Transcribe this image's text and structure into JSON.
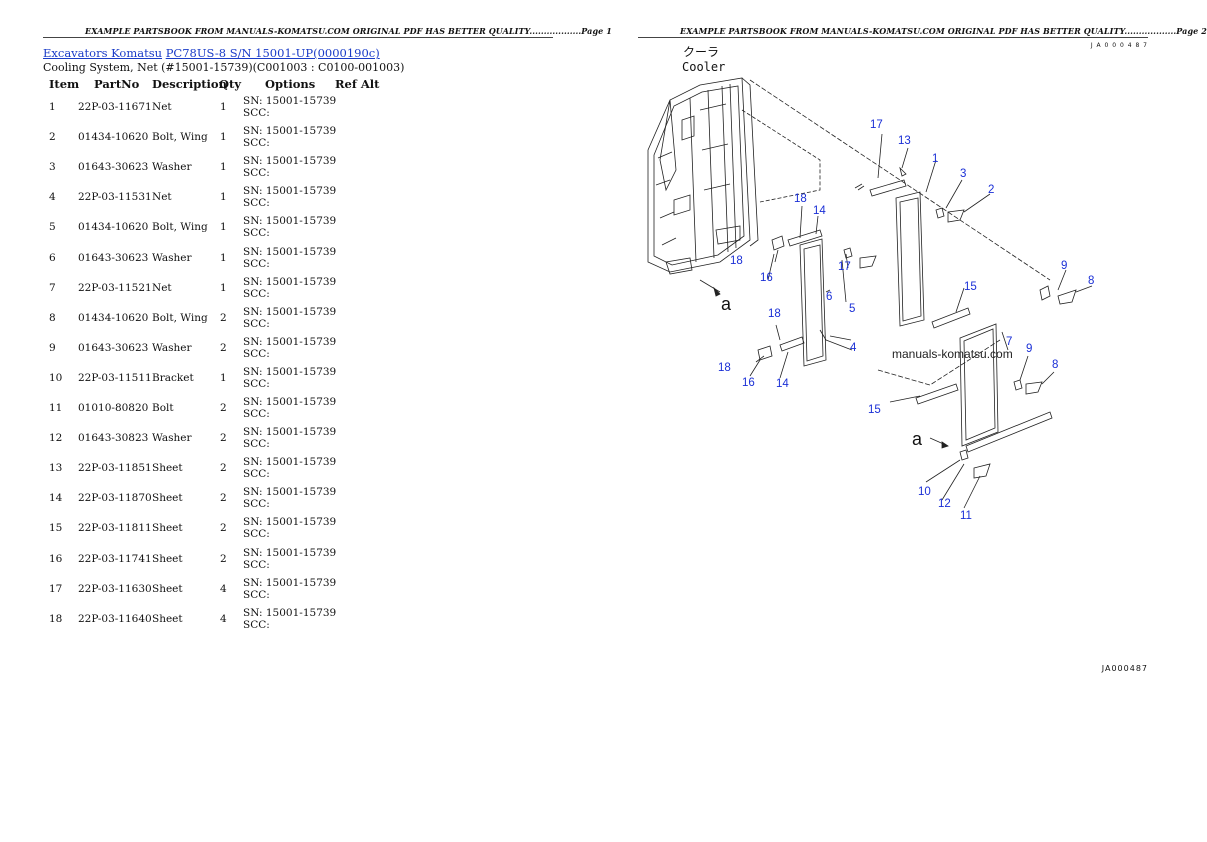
{
  "header": {
    "page1_text": "EXAMPLE PARTSBOOK FROM MANUALS-KOMATSU.COM ORIGINAL PDF HAS BETTER QUALITY..................Page 1",
    "page2_text": "EXAMPLE PARTSBOOK FROM MANUALS-KOMATSU.COM ORIGINAL PDF HAS BETTER QUALITY..................Page 2"
  },
  "breadcrumb": {
    "link1": "Excavators Komatsu",
    "link2": "PC78US-8 S/N 15001-UP(0000190c)"
  },
  "subtitle": "Cooling System, Net (#15001-15739)(C001003 : C0100-001003)",
  "table": {
    "headers": {
      "item": "Item",
      "partno": "PartNo",
      "description": "Description",
      "qty": "Qty",
      "options": "Options",
      "refalt": "Ref Alt"
    },
    "rows": [
      {
        "item": "1",
        "partno": "22P-03-11671",
        "description": "Net",
        "qty": "1",
        "sn": "SN: 15001-15739",
        "scc": "SCC:"
      },
      {
        "item": "2",
        "partno": "01434-10620",
        "description": "Bolt, Wing",
        "qty": "1",
        "sn": "SN: 15001-15739",
        "scc": "SCC:"
      },
      {
        "item": "3",
        "partno": "01643-30623",
        "description": "Washer",
        "qty": "1",
        "sn": "SN: 15001-15739",
        "scc": "SCC:"
      },
      {
        "item": "4",
        "partno": "22P-03-11531",
        "description": "Net",
        "qty": "1",
        "sn": "SN: 15001-15739",
        "scc": "SCC:"
      },
      {
        "item": "5",
        "partno": "01434-10620",
        "description": "Bolt, Wing",
        "qty": "1",
        "sn": "SN: 15001-15739",
        "scc": "SCC:"
      },
      {
        "item": "6",
        "partno": "01643-30623",
        "description": "Washer",
        "qty": "1",
        "sn": "SN: 15001-15739",
        "scc": "SCC:"
      },
      {
        "item": "7",
        "partno": "22P-03-11521",
        "description": "Net",
        "qty": "1",
        "sn": "SN: 15001-15739",
        "scc": "SCC:"
      },
      {
        "item": "8",
        "partno": "01434-10620",
        "description": "Bolt, Wing",
        "qty": "2",
        "sn": "SN: 15001-15739",
        "scc": "SCC:"
      },
      {
        "item": "9",
        "partno": "01643-30623",
        "description": "Washer",
        "qty": "2",
        "sn": "SN: 15001-15739",
        "scc": "SCC:"
      },
      {
        "item": "10",
        "partno": "22P-03-11511",
        "description": "Bracket",
        "qty": "1",
        "sn": "SN: 15001-15739",
        "scc": "SCC:"
      },
      {
        "item": "11",
        "partno": "01010-80820",
        "description": "Bolt",
        "qty": "2",
        "sn": "SN: 15001-15739",
        "scc": "SCC:"
      },
      {
        "item": "12",
        "partno": "01643-30823",
        "description": "Washer",
        "qty": "2",
        "sn": "SN: 15001-15739",
        "scc": "SCC:"
      },
      {
        "item": "13",
        "partno": "22P-03-11851",
        "description": "Sheet",
        "qty": "2",
        "sn": "SN: 15001-15739",
        "scc": "SCC:"
      },
      {
        "item": "14",
        "partno": "22P-03-11870",
        "description": "Sheet",
        "qty": "2",
        "sn": "SN: 15001-15739",
        "scc": "SCC:"
      },
      {
        "item": "15",
        "partno": "22P-03-11811",
        "description": "Sheet",
        "qty": "2",
        "sn": "SN: 15001-15739",
        "scc": "SCC:"
      },
      {
        "item": "16",
        "partno": "22P-03-11741",
        "description": "Sheet",
        "qty": "2",
        "sn": "SN: 15001-15739",
        "scc": "SCC:"
      },
      {
        "item": "17",
        "partno": "22P-03-11630",
        "description": "Sheet",
        "qty": "4",
        "sn": "SN: 15001-15739",
        "scc": "SCC:"
      },
      {
        "item": "18",
        "partno": "22P-03-11640",
        "description": "Sheet",
        "qty": "4",
        "sn": "SN: 15001-15739",
        "scc": "SCC:"
      }
    ]
  },
  "diagram": {
    "title_jp": "クーラ",
    "title_en": "Cooler",
    "watermark": "manuals-komatsu.com",
    "view_marker": "a",
    "callout_color": "#1a2fd6",
    "callouts": [
      "17",
      "13",
      "1",
      "3",
      "2",
      "18",
      "14",
      "17",
      "18",
      "16",
      "5",
      "6",
      "9",
      "8",
      "15",
      "18",
      "7",
      "9",
      "4",
      "18",
      "16",
      "14",
      "8",
      "15",
      "10",
      "12",
      "11"
    ],
    "ref_code": "JA000487",
    "top_ref": "J A 0 0 0 4 8 7"
  }
}
